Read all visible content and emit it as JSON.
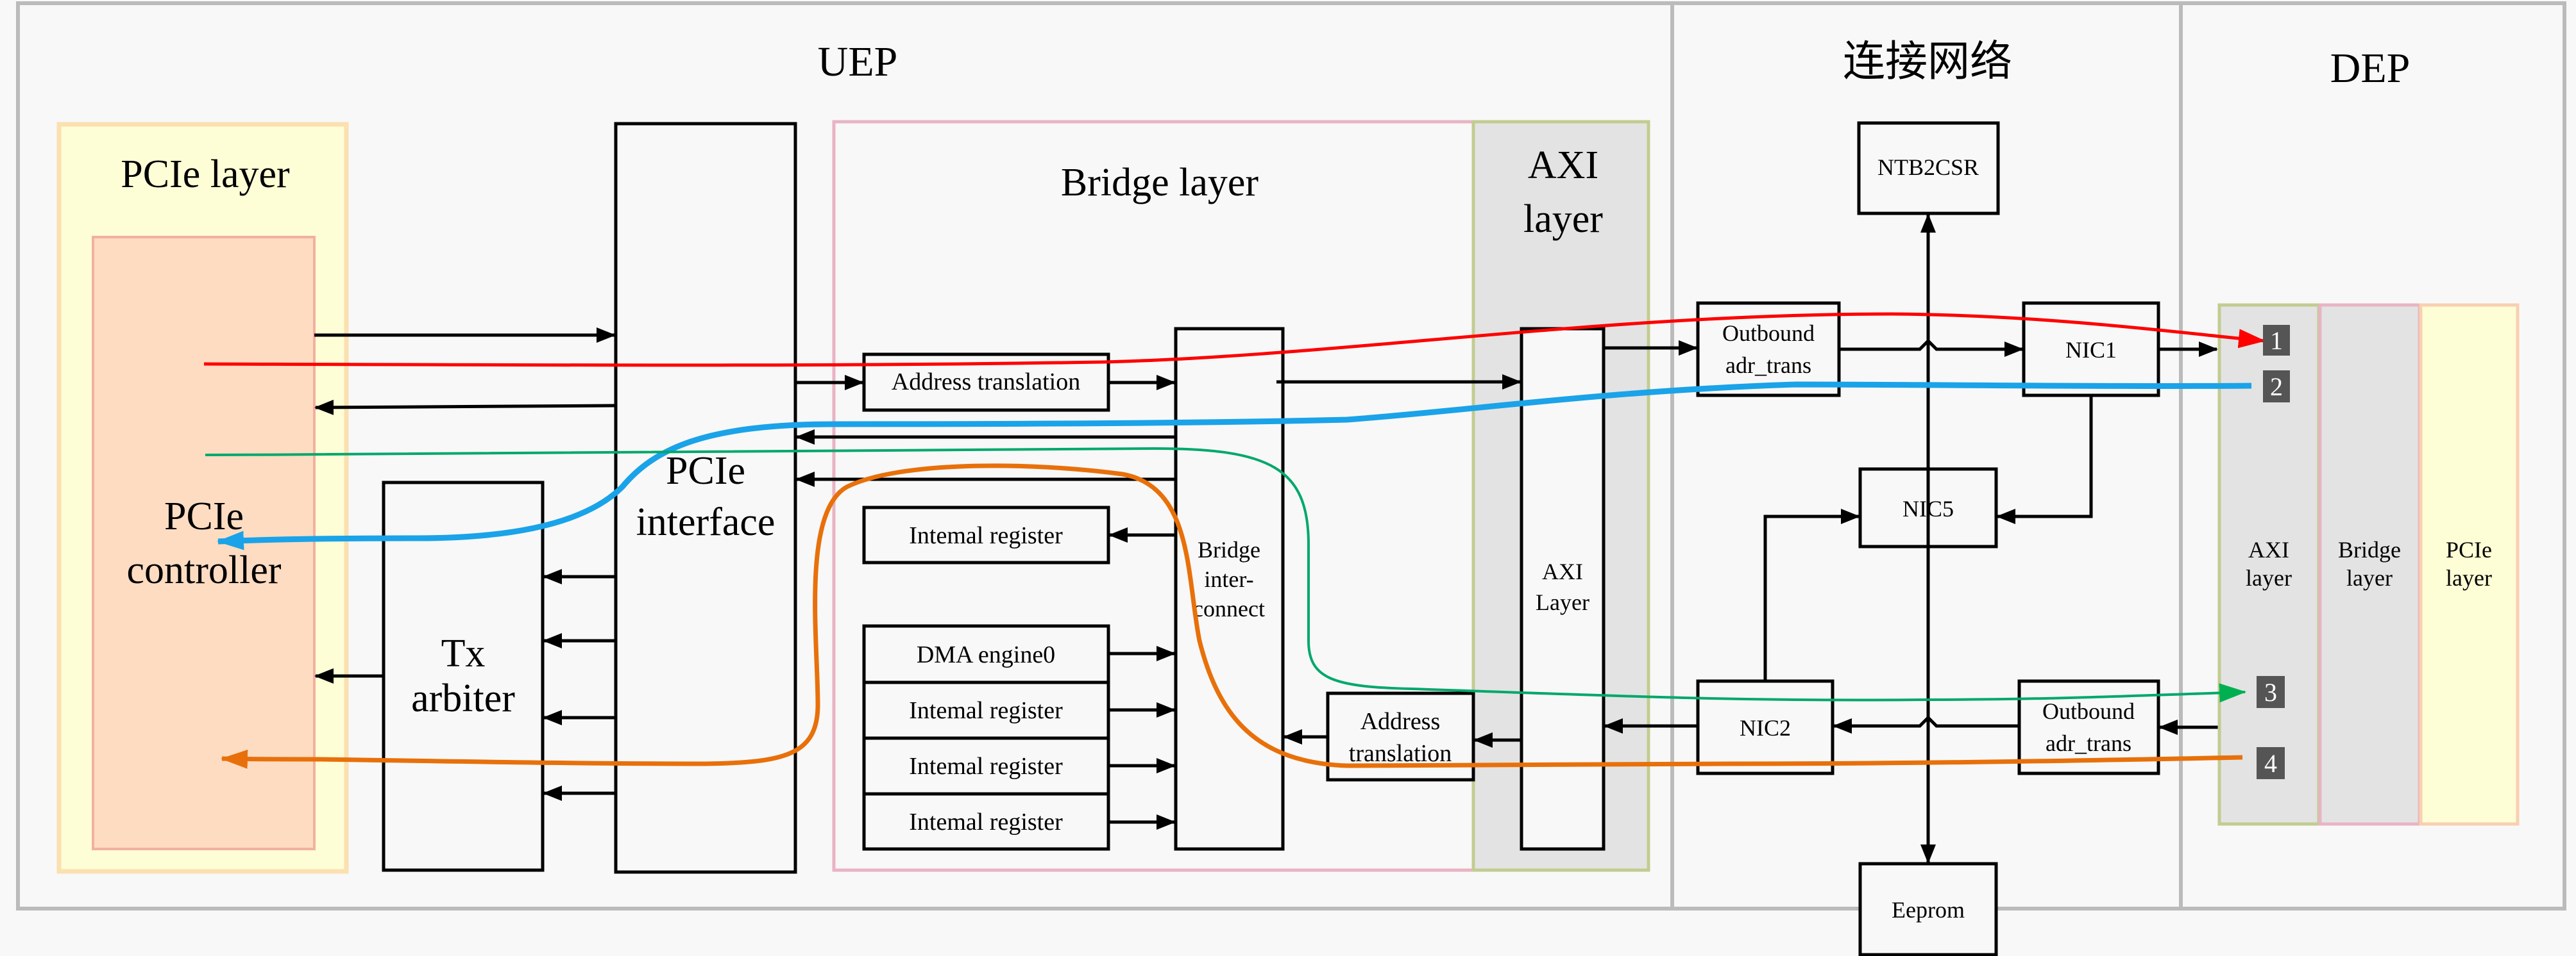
{
  "sections": {
    "uep": "UEP",
    "network": "连接网络",
    "dep": "DEP"
  },
  "uep": {
    "pcie_layer": {
      "title": "PCIe layer",
      "controller": [
        "PCIe",
        "controller"
      ]
    },
    "tx_arbiter": [
      "Tx",
      "arbiter"
    ],
    "pcie_interface": [
      "PCIe",
      "interface"
    ],
    "bridge_layer": {
      "title": "Bridge layer",
      "address_translation_in": "Address translation",
      "internal_register_top": "Intemal register",
      "dma_group": [
        "DMA engine0",
        "Intemal register",
        "Intemal register",
        "Intemal register"
      ],
      "interconnect": [
        "Bridge",
        "inter-",
        "connect"
      ],
      "address_translation_out": [
        "Address",
        "translation"
      ]
    },
    "axi_layer": {
      "title": [
        "AXI",
        "layer"
      ],
      "inner": [
        "AXI",
        "Layer"
      ]
    }
  },
  "network": {
    "ntb2csr": "NTB2CSR",
    "outbound_top": [
      "Outbound",
      "adr_trans"
    ],
    "nic1": "NIC1",
    "nic5": "NIC5",
    "nic2": "NIC2",
    "outbound_bottom": [
      "Outbound",
      "adr_trans"
    ],
    "eeprom": "Eeprom"
  },
  "dep": {
    "layers": [
      {
        "label": [
          "AXI",
          "layer"
        ]
      },
      {
        "label": [
          "Bridge",
          "layer"
        ]
      },
      {
        "label": [
          "PCIe",
          "layer"
        ]
      }
    ],
    "badges": [
      "1",
      "2",
      "3",
      "4"
    ]
  },
  "paths": [
    {
      "id": "1",
      "color": "#ff0000",
      "direction": "UEP to DEP"
    },
    {
      "id": "2",
      "color": "#1aa3e8",
      "direction": "DEP to UEP"
    },
    {
      "id": "3",
      "color": "#00a86b",
      "direction": "UEP to DEP"
    },
    {
      "id": "4",
      "color": "#e8700a",
      "direction": "DEP to UEP"
    }
  ],
  "colors": {
    "frame": "#bbbbbb",
    "pcie_layer_fill": "#fdfdd6",
    "pcie_layer_border": "#fbe0b0",
    "controller_fill": "#fddcc2",
    "controller_border": "#f2b0a0",
    "bridge_border": "#e8b4c4",
    "axi_fill": "#e3e3e3",
    "axi_border": "#c2cc90",
    "badge_fill": "#555555"
  }
}
